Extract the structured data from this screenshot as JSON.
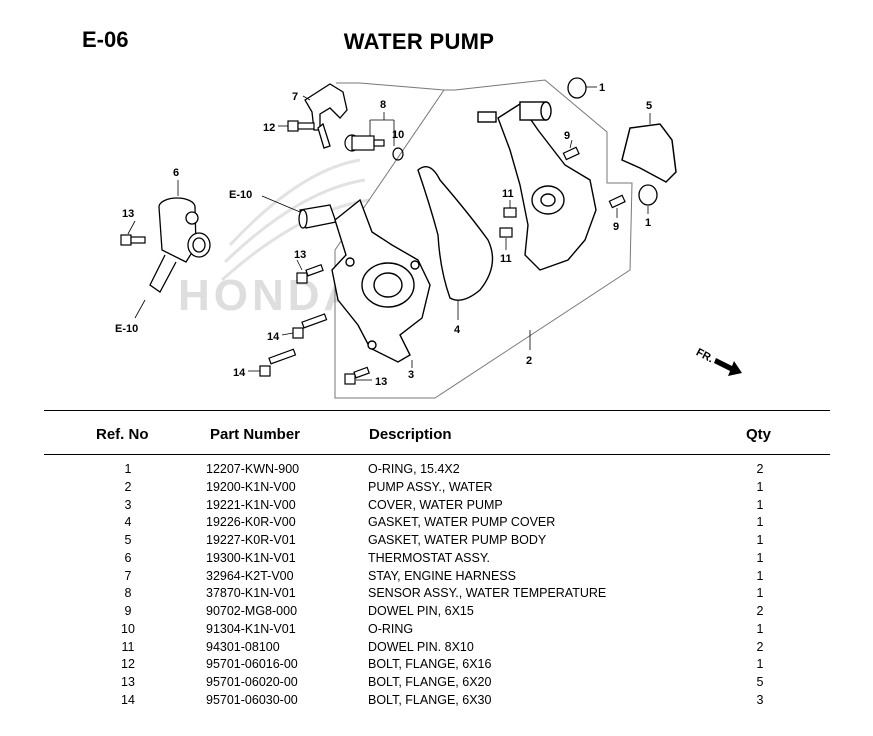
{
  "header": {
    "code": "E-06",
    "title": "WATER PUMP"
  },
  "diagram": {
    "watermark": "HONDA",
    "fr_label": "FR.",
    "callouts": {
      "c1a": "1",
      "c1b": "1",
      "c2": "2",
      "c3": "3",
      "c4": "4",
      "c5": "5",
      "c6": "6",
      "c7": "7",
      "c8": "8",
      "c9a": "9",
      "c9b": "9",
      "c10": "10",
      "c11a": "11",
      "c11b": "11",
      "c12": "12",
      "c13a": "13",
      "c13b": "13",
      "c13c": "13",
      "c14a": "14",
      "c14b": "14",
      "e10a": "E-10",
      "e10b": "E-10"
    }
  },
  "table": {
    "headers": {
      "ref": "Ref. No",
      "part": "Part Number",
      "desc": "Description",
      "qty": "Qty"
    },
    "rows": [
      {
        "ref": "1",
        "part": "12207-KWN-900",
        "desc": "O-RING, 15.4X2",
        "qty": "2"
      },
      {
        "ref": "2",
        "part": "19200-K1N-V00",
        "desc": "PUMP ASSY., WATER",
        "qty": "1"
      },
      {
        "ref": "3",
        "part": "19221-K1N-V00",
        "desc": "COVER, WATER PUMP",
        "qty": "1"
      },
      {
        "ref": "4",
        "part": "19226-K0R-V00",
        "desc": "GASKET, WATER PUMP COVER",
        "qty": "1"
      },
      {
        "ref": "5",
        "part": "19227-K0R-V01",
        "desc": "GASKET, WATER PUMP BODY",
        "qty": "1"
      },
      {
        "ref": "6",
        "part": "19300-K1N-V01",
        "desc": "THERMOSTAT ASSY.",
        "qty": "1"
      },
      {
        "ref": "7",
        "part": "32964-K2T-V00",
        "desc": "STAY, ENGINE HARNESS",
        "qty": "1"
      },
      {
        "ref": "8",
        "part": "37870-K1N-V01",
        "desc": "SENSOR ASSY., WATER TEMPERATURE",
        "qty": "1"
      },
      {
        "ref": "9",
        "part": "90702-MG8-000",
        "desc": "DOWEL PIN, 6X15",
        "qty": "2"
      },
      {
        "ref": "10",
        "part": "91304-K1N-V01",
        "desc": "O-RING",
        "qty": "1"
      },
      {
        "ref": "11",
        "part": "94301-08100",
        "desc": "DOWEL PIN. 8X10",
        "qty": "2"
      },
      {
        "ref": "12",
        "part": "95701-06016-00",
        "desc": "BOLT, FLANGE, 6X16",
        "qty": "1"
      },
      {
        "ref": "13",
        "part": "95701-06020-00",
        "desc": "BOLT, FLANGE, 6X20",
        "qty": "5"
      },
      {
        "ref": "14",
        "part": "95701-06030-00",
        "desc": "BOLT, FLANGE, 6X30",
        "qty": "3"
      }
    ]
  }
}
